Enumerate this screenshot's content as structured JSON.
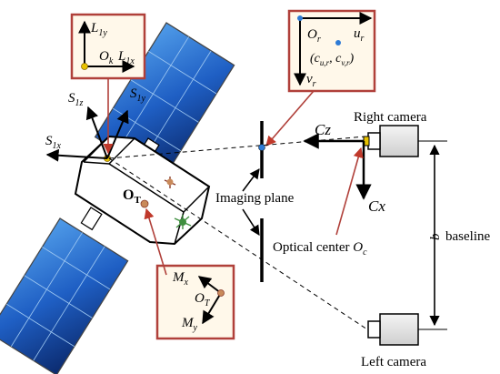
{
  "colors": {
    "panel_dark": "#0b2a6e",
    "panel_mid": "#1f5fc4",
    "panel_light": "#4f9be8",
    "frame": "#b0403a",
    "inset_bg": "#fff8ea",
    "arrow_red": "#c0392b",
    "point_blue": "#2e7bd6",
    "point_yellow": "#e8c200",
    "point_tan": "#c98a5a",
    "point_green": "#3f8f3f"
  },
  "labels": {
    "s1x": "S",
    "s1x_sub": "1x",
    "s1z": "S",
    "s1z_sub": "1z",
    "s1y": "S",
    "s1y_sub": "1y",
    "l1y": "L",
    "l1y_sub": "1y",
    "l1x": "L",
    "l1x_sub": "1x",
    "ok": "O",
    "ok_sub": "k",
    "ot": "O",
    "ot_sub": "T",
    "ot_inset": "O",
    "ot_inset_sub": "T",
    "mx": "M",
    "mx_sub": "x",
    "my": "M",
    "my_sub": "y",
    "or": "O",
    "or_sub": "r",
    "ur": "u",
    "ur_sub": "r",
    "vr": "v",
    "vr_sub": "r",
    "pixel_open": "(c",
    "pixel_u_sub": "u,r",
    "pixel_mid": ", c",
    "pixel_v_sub": "v,r",
    "pixel_close": ")",
    "cz": "Cz",
    "cx": "Cx",
    "right_camera": "Right camera",
    "left_camera": "Left camera",
    "imaging_plane": "Imaging plane",
    "optical_center": "Optical center ",
    "oc": "O",
    "oc_sub": "c",
    "b": "b",
    "baseline": "baseline"
  }
}
